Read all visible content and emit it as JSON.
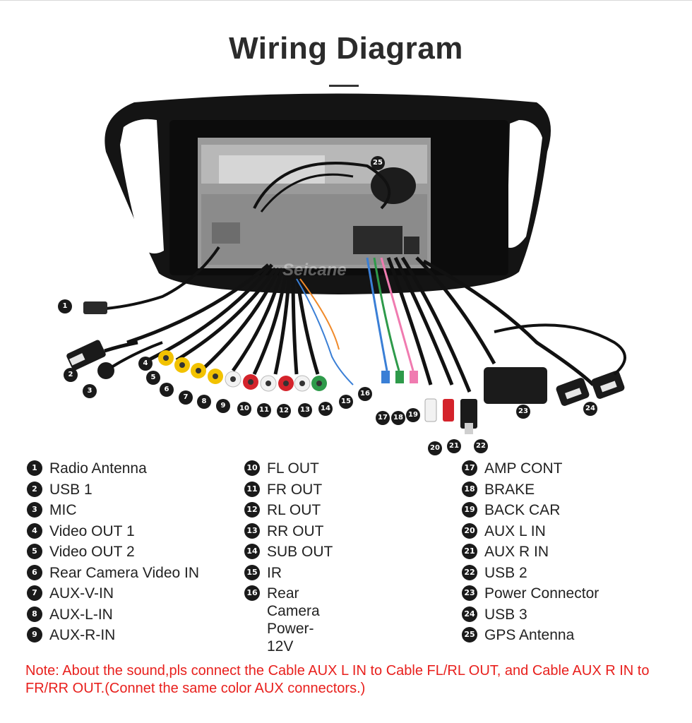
{
  "title": "Wiring Diagram",
  "watermark": "Seicane",
  "legend": [
    {
      "num": "1",
      "label": "Radio Antenna"
    },
    {
      "num": "2",
      "label": "USB 1"
    },
    {
      "num": "3",
      "label": "MIC"
    },
    {
      "num": "4",
      "label": "Video OUT 1"
    },
    {
      "num": "5",
      "label": "Video OUT 2"
    },
    {
      "num": "6",
      "label": "Rear Camera Video IN"
    },
    {
      "num": "7",
      "label": "AUX-V-IN"
    },
    {
      "num": "8",
      "label": "AUX-L-IN"
    },
    {
      "num": "9",
      "label": "AUX-R-IN"
    },
    {
      "num": "10",
      "label": "FL OUT"
    },
    {
      "num": "11",
      "label": "FR OUT"
    },
    {
      "num": "12",
      "label": "RL OUT"
    },
    {
      "num": "13",
      "label": "RR OUT"
    },
    {
      "num": "14",
      "label": "SUB OUT"
    },
    {
      "num": "15",
      "label": "IR"
    },
    {
      "num": "16",
      "label": "Rear Camera\nPower-12V"
    },
    {
      "num": "17",
      "label": "AMP CONT"
    },
    {
      "num": "18",
      "label": "BRAKE"
    },
    {
      "num": "19",
      "label": "BACK CAR"
    },
    {
      "num": "20",
      "label": "AUX L IN"
    },
    {
      "num": "21",
      "label": "AUX R IN"
    },
    {
      "num": "22",
      "label": "USB 2"
    },
    {
      "num": "23",
      "label": "Power Connector"
    },
    {
      "num": "24",
      "label": "USB 3"
    },
    {
      "num": "25",
      "label": "GPS Antenna"
    }
  ],
  "note": "Note: About the sound,pls connect the Cable AUX L IN to Cable FL/RL OUT, and Cable AUX R IN to  FR/RR OUT.(Connet the same color AUX connectors.)",
  "colors": {
    "note": "#e8201d",
    "marker": "#1a1a1a",
    "rca_yellow": "#f2c200",
    "rca_red": "#d4232b",
    "rca_white": "#f2f2f2",
    "rca_green": "#2e9a4a",
    "wire_blue": "#3a7fd6",
    "wire_orange": "#f08a2a",
    "wire_pink": "#f07bb0"
  }
}
